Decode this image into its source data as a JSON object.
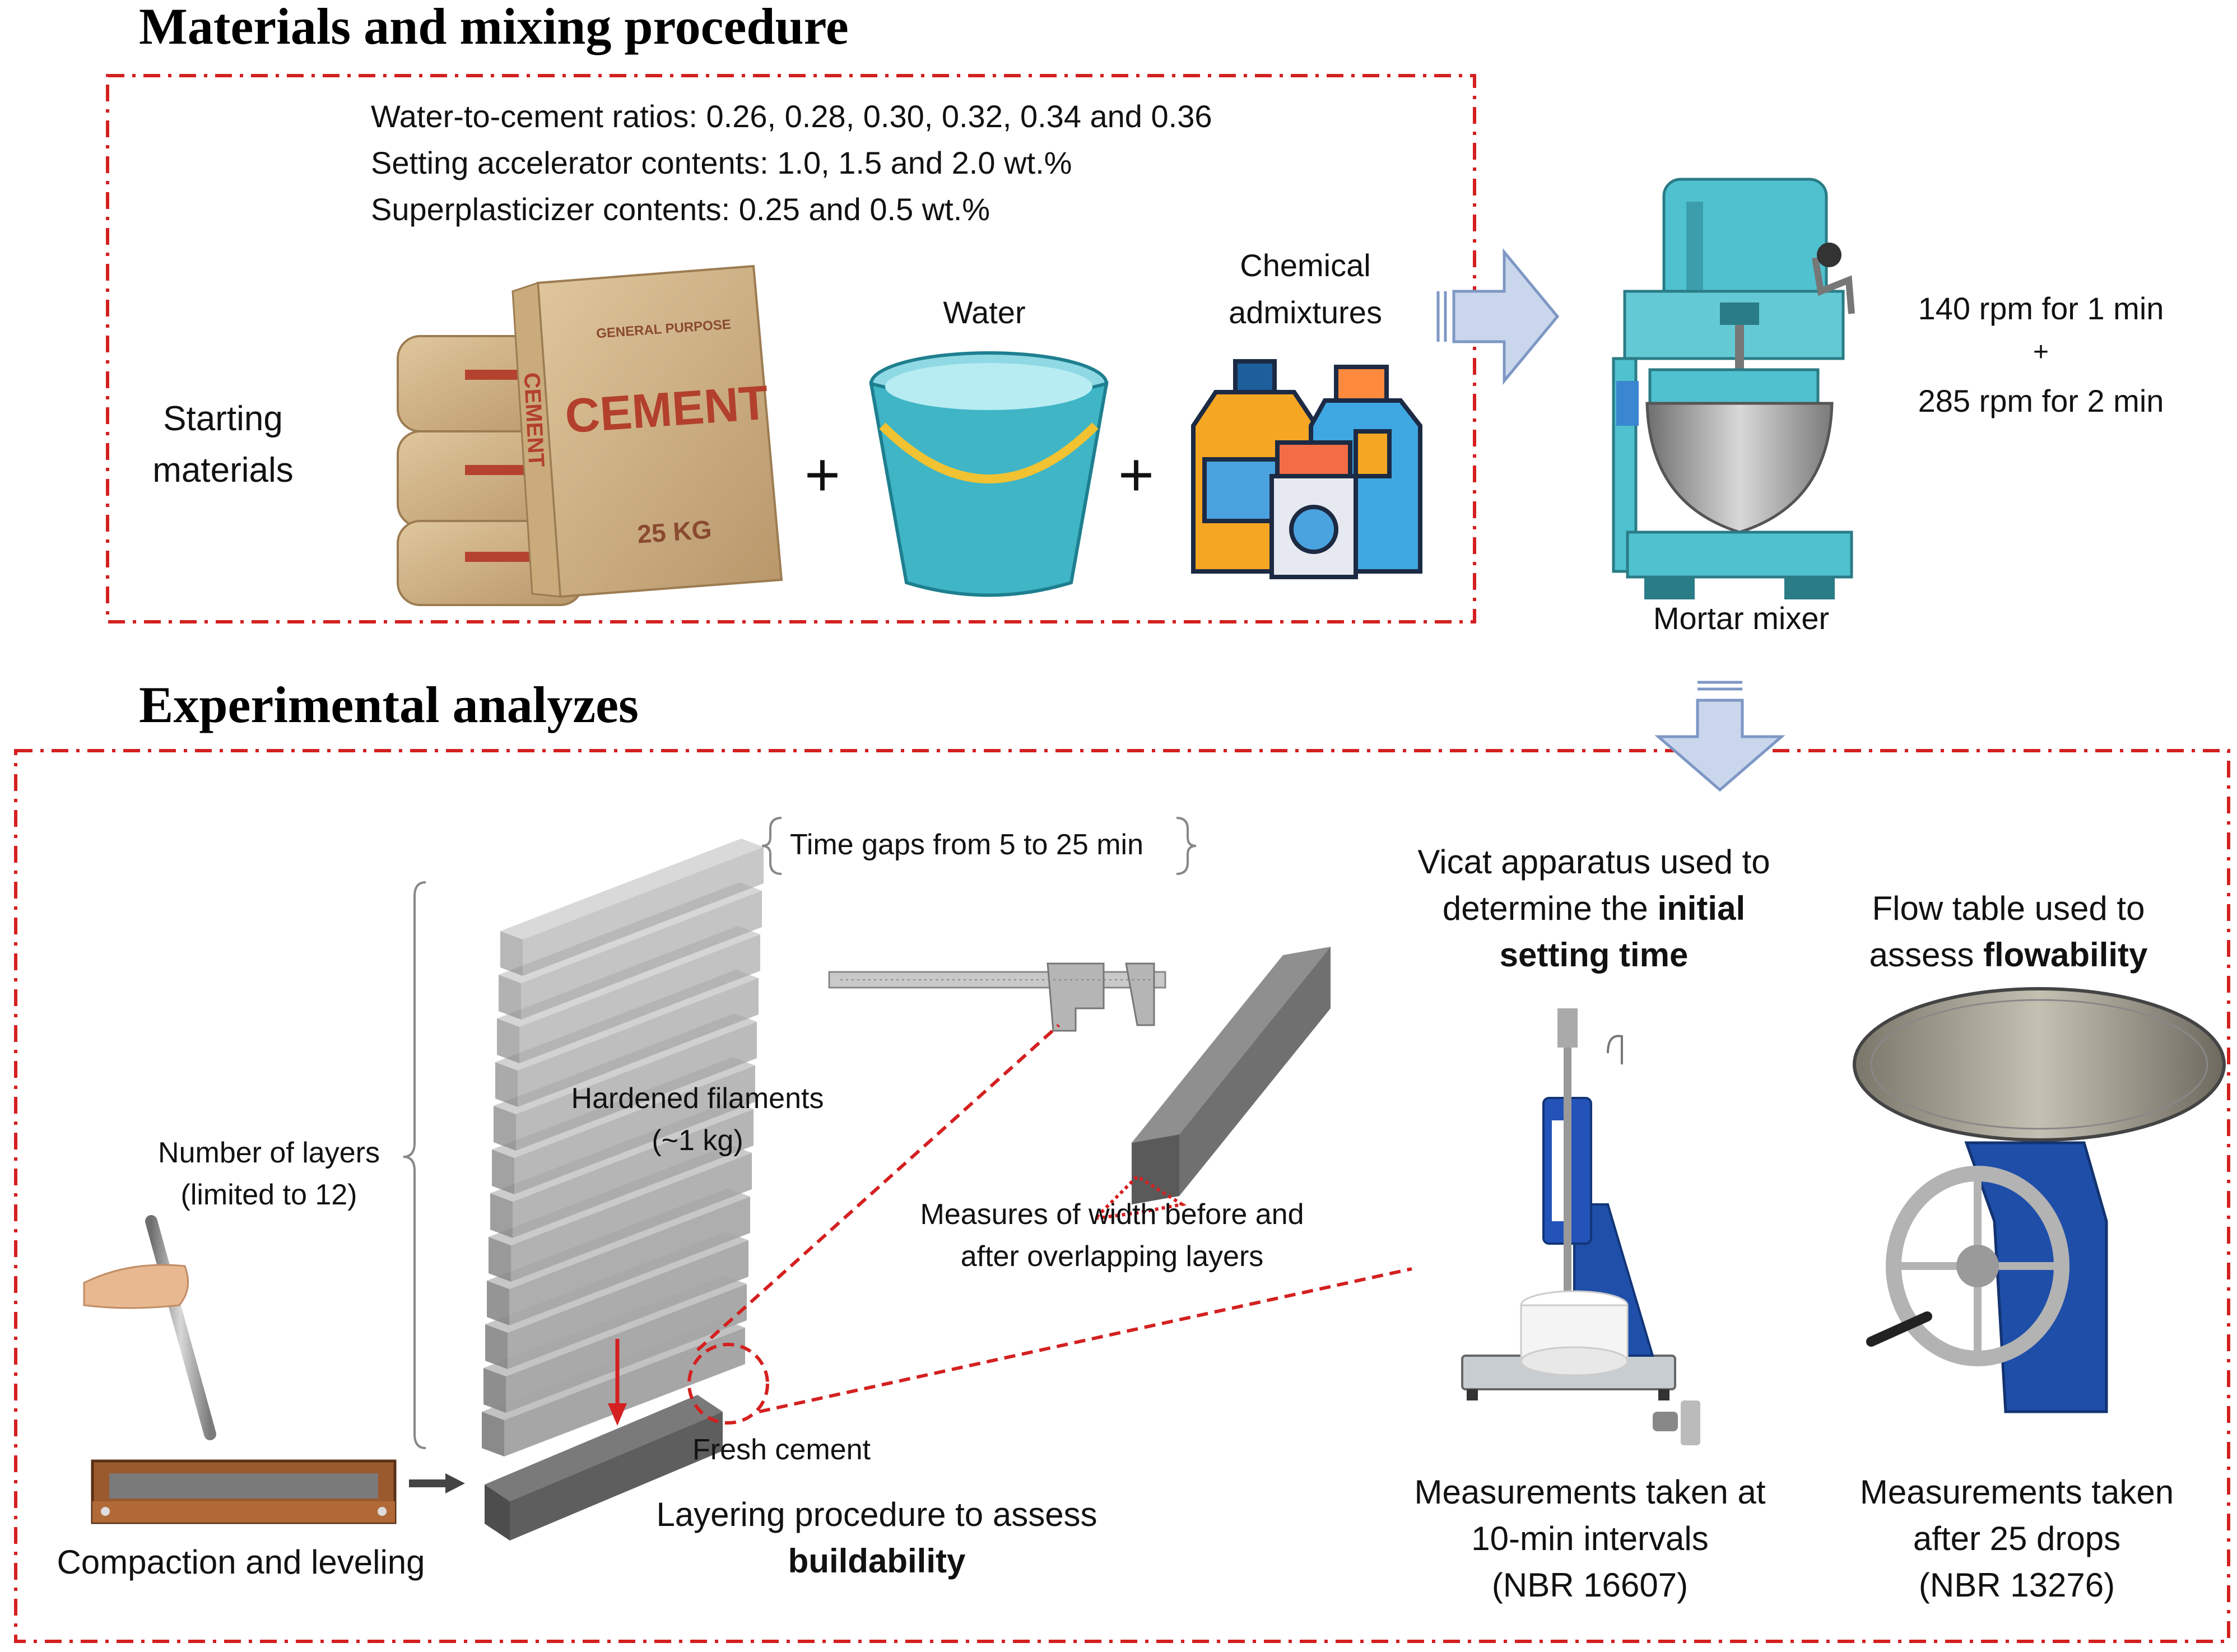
{
  "sections": {
    "materials": {
      "title": "Materials and mixing procedure",
      "params": [
        "Water-to-cement ratios: 0.26, 0.28, 0.30, 0.32, 0.34 and 0.36",
        "Setting accelerator contents: 1.0, 1.5 and 2.0 wt.%",
        "Superplasticizer contents: 0.25 and 0.5 wt.%"
      ],
      "starting_label_1": "Starting",
      "starting_label_2": "materials",
      "water_label": "Water",
      "chemical_label_1": "Chemical",
      "chemical_label_2": "admixtures",
      "plus": "+",
      "bag": {
        "line1": "GENERAL PURPOSE",
        "line2": "CEMENT",
        "line3": "25 KG",
        "side": "CEMENT"
      }
    },
    "mixer": {
      "label": "Mortar mixer",
      "speed_1": "140 rpm for 1 min",
      "speed_plus": "+",
      "speed_2": "285 rpm for 2 min"
    },
    "experimental": {
      "title": "Experimental analyzes",
      "time_gaps": "Time gaps from 5 to 25 min",
      "layers_1": "Number of layers",
      "layers_2": "(limited to 12)",
      "hardened_1": "Hardened filaments",
      "hardened_2": "(~1 kg)",
      "width_1": "Measures of width before and",
      "width_2": "after overlapping layers",
      "fresh": "Fresh cement",
      "compaction": "Compaction and leveling",
      "layering_1": "Layering procedure to assess",
      "layering_2": "buildability",
      "vicat_1": "Vicat apparatus used to",
      "vicat_2a": "determine the ",
      "vicat_2b": "initial",
      "vicat_3": "setting time",
      "vicat_m1": "Measurements taken at",
      "vicat_m2": "10-min intervals",
      "vicat_m3": "(NBR 16607)",
      "flow_1": "Flow table used to",
      "flow_2a": "assess ",
      "flow_2b": "flowability",
      "flow_m1": "Measurements taken",
      "flow_m2": "after 25 drops",
      "flow_m3": "(NBR 13276)"
    }
  },
  "colors": {
    "dash_border": "#d42020",
    "arrow_fill": "#c9d6ec",
    "arrow_stroke": "#7e97c4",
    "filament": "#8d8d8d",
    "bucket": "#43b7c8",
    "mixer": "#4fc1cf"
  }
}
